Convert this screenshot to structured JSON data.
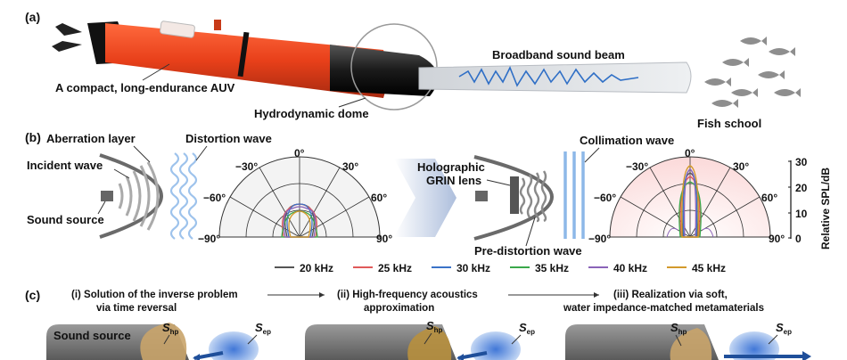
{
  "panels": {
    "a": "(a)",
    "b": "(b)",
    "c": "(c)"
  },
  "panel_a": {
    "auv_label": "A compact, long-endurance AUV",
    "dome_label": "Hydrodynamic dome",
    "beam_label": "Broadband sound beam",
    "fish_label": "Fish school"
  },
  "panel_b": {
    "aberration": "Aberration layer",
    "distortion": "Distortion wave",
    "incident": "Incident wave",
    "source": "Sound source",
    "holographic_1": "Holographic",
    "holographic_2": "GRIN lens",
    "collimation": "Collimation wave",
    "predistortion": "Pre-distortion wave",
    "colorbar_label": "Relative SPL/dB",
    "colorbar_ticks": [
      "30",
      "20",
      "10",
      "0"
    ],
    "polar_ticks": {
      "t0": "0°",
      "tm30": "−30°",
      "t30": "30°",
      "tm60": "−60°",
      "t60": "60°",
      "tm90": "−90°",
      "t90": "90°"
    }
  },
  "legend": [
    {
      "label": "20 kHz",
      "color": "#555555"
    },
    {
      "label": "25 kHz",
      "color": "#e05a5a"
    },
    {
      "label": "30 kHz",
      "color": "#3b73c8"
    },
    {
      "label": "35 kHz",
      "color": "#3aa84a"
    },
    {
      "label": "40 kHz",
      "color": "#8a63b8"
    },
    {
      "label": "45 kHz",
      "color": "#d39a2c"
    }
  ],
  "panel_c": {
    "step1_line1": "(i) Solution of the inverse problem",
    "step1_line2": "via time reversal",
    "step2_line1": "(ii) High-frequency acoustics",
    "step2_line2": "approximation",
    "step3_line1": "(iii) Realization via soft,",
    "step3_line2": "water impedance-matched metamaterials",
    "source": "Sound source",
    "s_letter": "S",
    "hp": "hp",
    "ep": "ep"
  }
}
